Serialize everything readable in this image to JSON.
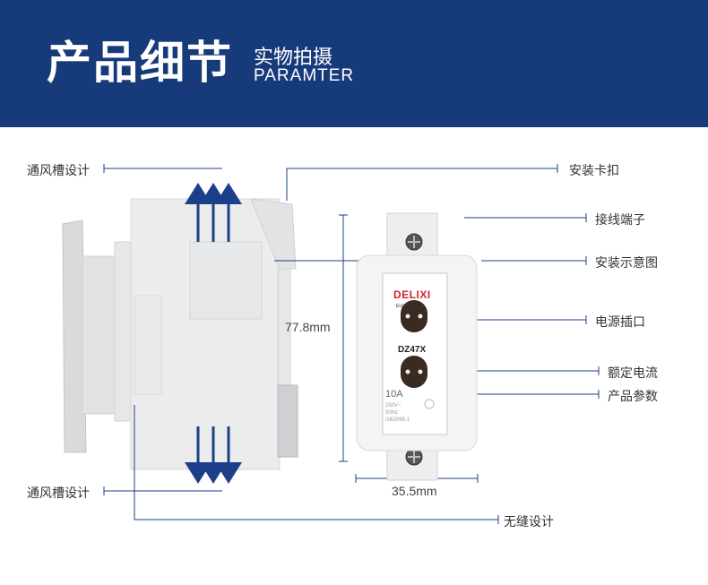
{
  "header": {
    "title": "产品细节",
    "subtitle_zh": "实物拍摄",
    "subtitle_en": "PARAMTER"
  },
  "labels": {
    "vent_top": "通风槽设计",
    "vent_bottom": "通风槽设计",
    "install_clip": "安装卡扣",
    "terminal": "接线端子",
    "install_diagram": "安装示意图",
    "power_socket": "电源插口",
    "rated_current": "额定电流",
    "product_params": "产品参数",
    "seamless": "无缝设计"
  },
  "dimensions": {
    "height": "77.8mm",
    "width": "35.5mm"
  },
  "socket": {
    "brand": "DELIXI",
    "brand_sub": "ELECTRIC",
    "model": "DZ47X",
    "rating": "10A",
    "spec_1": "250V~",
    "spec_2": "50Hz",
    "spec_3": "GB2099.1"
  },
  "colors": {
    "header_bg": "#173b7a",
    "arrow": "#1c3f8a",
    "leader_line": "#1c3f8a",
    "brand_red": "#d8232a"
  }
}
